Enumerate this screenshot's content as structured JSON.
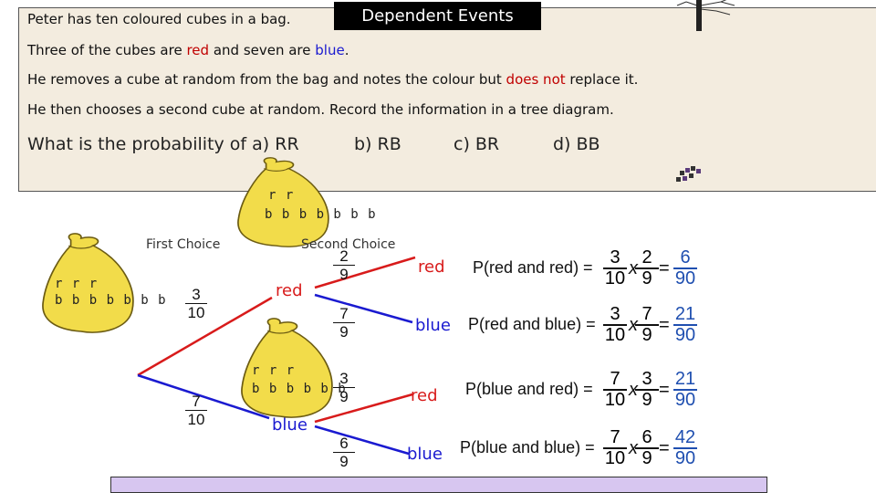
{
  "header": {
    "intro": "Peter has ten coloured cubes in a bag.",
    "title": "Dependent Events"
  },
  "problem": {
    "line2_a": "Three of the cubes are ",
    "line2_red": "red",
    "line2_b": " and seven are ",
    "line2_blue": "blue",
    "line2_c": ".",
    "line3_a": "He removes a cube at random from the bag and notes the colour but ",
    "line3_red": "does not",
    "line3_b": " replace it.",
    "line4": "He then chooses a second cube at random. Record the information in a tree diagram."
  },
  "question": {
    "a": "What is the probability of a) RR",
    "b": "b) RB",
    "c": "c) BR",
    "d": "d) BB"
  },
  "bags": {
    "top": {
      "r": "r r",
      "b": "b b b b b b b"
    },
    "left": {
      "r": "r r r",
      "b": "b b b b b b b"
    },
    "middle": {
      "r": "r r r",
      "b": "b b b b b b"
    }
  },
  "tree": {
    "first_choice": "First Choice",
    "second_choice": "Second Choice",
    "first": {
      "red": {
        "label": "red",
        "num": "3",
        "den": "10"
      },
      "blue": {
        "label": "blue",
        "num": "7",
        "den": "10"
      }
    },
    "second": {
      "rr": {
        "label": "red",
        "num": "2",
        "den": "9"
      },
      "rb": {
        "label": "blue",
        "num": "7",
        "den": "9"
      },
      "br": {
        "label": "red",
        "num": "3",
        "den": "9"
      },
      "bb": {
        "label": "blue",
        "num": "6",
        "den": "9"
      }
    }
  },
  "probabilities": [
    {
      "label": "P(red and red) =",
      "f1n": "3",
      "f1d": "10",
      "times": "x",
      "f2n": "2",
      "f2d": "9",
      "eq": "=",
      "rn": "6",
      "rd": "90"
    },
    {
      "label": "P(red and blue) =",
      "f1n": "3",
      "f1d": "10",
      "times": "x",
      "f2n": "7",
      "f2d": "9",
      "eq": "=",
      "rn": "21",
      "rd": "90"
    },
    {
      "label": "P(blue and red) =",
      "f1n": "7",
      "f1d": "10",
      "times": "x",
      "f2n": "3",
      "f2d": "9",
      "eq": "=",
      "rn": "21",
      "rd": "90"
    },
    {
      "label": "P(blue and blue) =",
      "f1n": "7",
      "f1d": "10",
      "times": "x",
      "f2n": "6",
      "f2d": "9",
      "eq": "=",
      "rn": "42",
      "rd": "90"
    }
  ],
  "colors": {
    "red_branch": "#d81b1b",
    "blue_branch": "#1a1ad0",
    "bag_fill": "#f2dc4a",
    "box_bg": "#f3ecdf",
    "result_blue": "#1f4fb0"
  }
}
